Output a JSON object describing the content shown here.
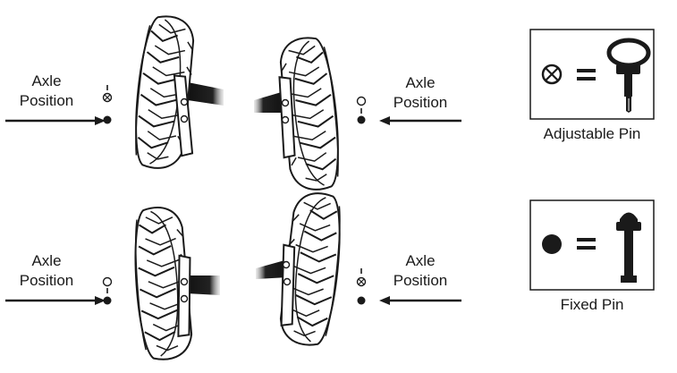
{
  "rows": [
    {
      "left_label": {
        "line1": "Axle",
        "line2": "Position"
      },
      "right_label": {
        "line1": "Axle",
        "line2": "Position"
      }
    },
    {
      "left_label": {
        "line1": "Axle",
        "line2": "Position"
      },
      "right_label": {
        "line1": "Axle",
        "line2": "Position"
      }
    }
  ],
  "legend": {
    "adjustable": {
      "caption": "Adjustable Pin",
      "equals": "="
    },
    "fixed": {
      "caption": "Fixed Pin",
      "equals": "="
    }
  },
  "icons": {
    "adjustable_pin_symbol": "circled-x-icon",
    "fixed_pin_symbol": "filled-dot-icon",
    "empty_hole_symbol": "open-circle-icon"
  },
  "colors": {
    "ink": "#1a1a1a",
    "background": "#ffffff"
  }
}
